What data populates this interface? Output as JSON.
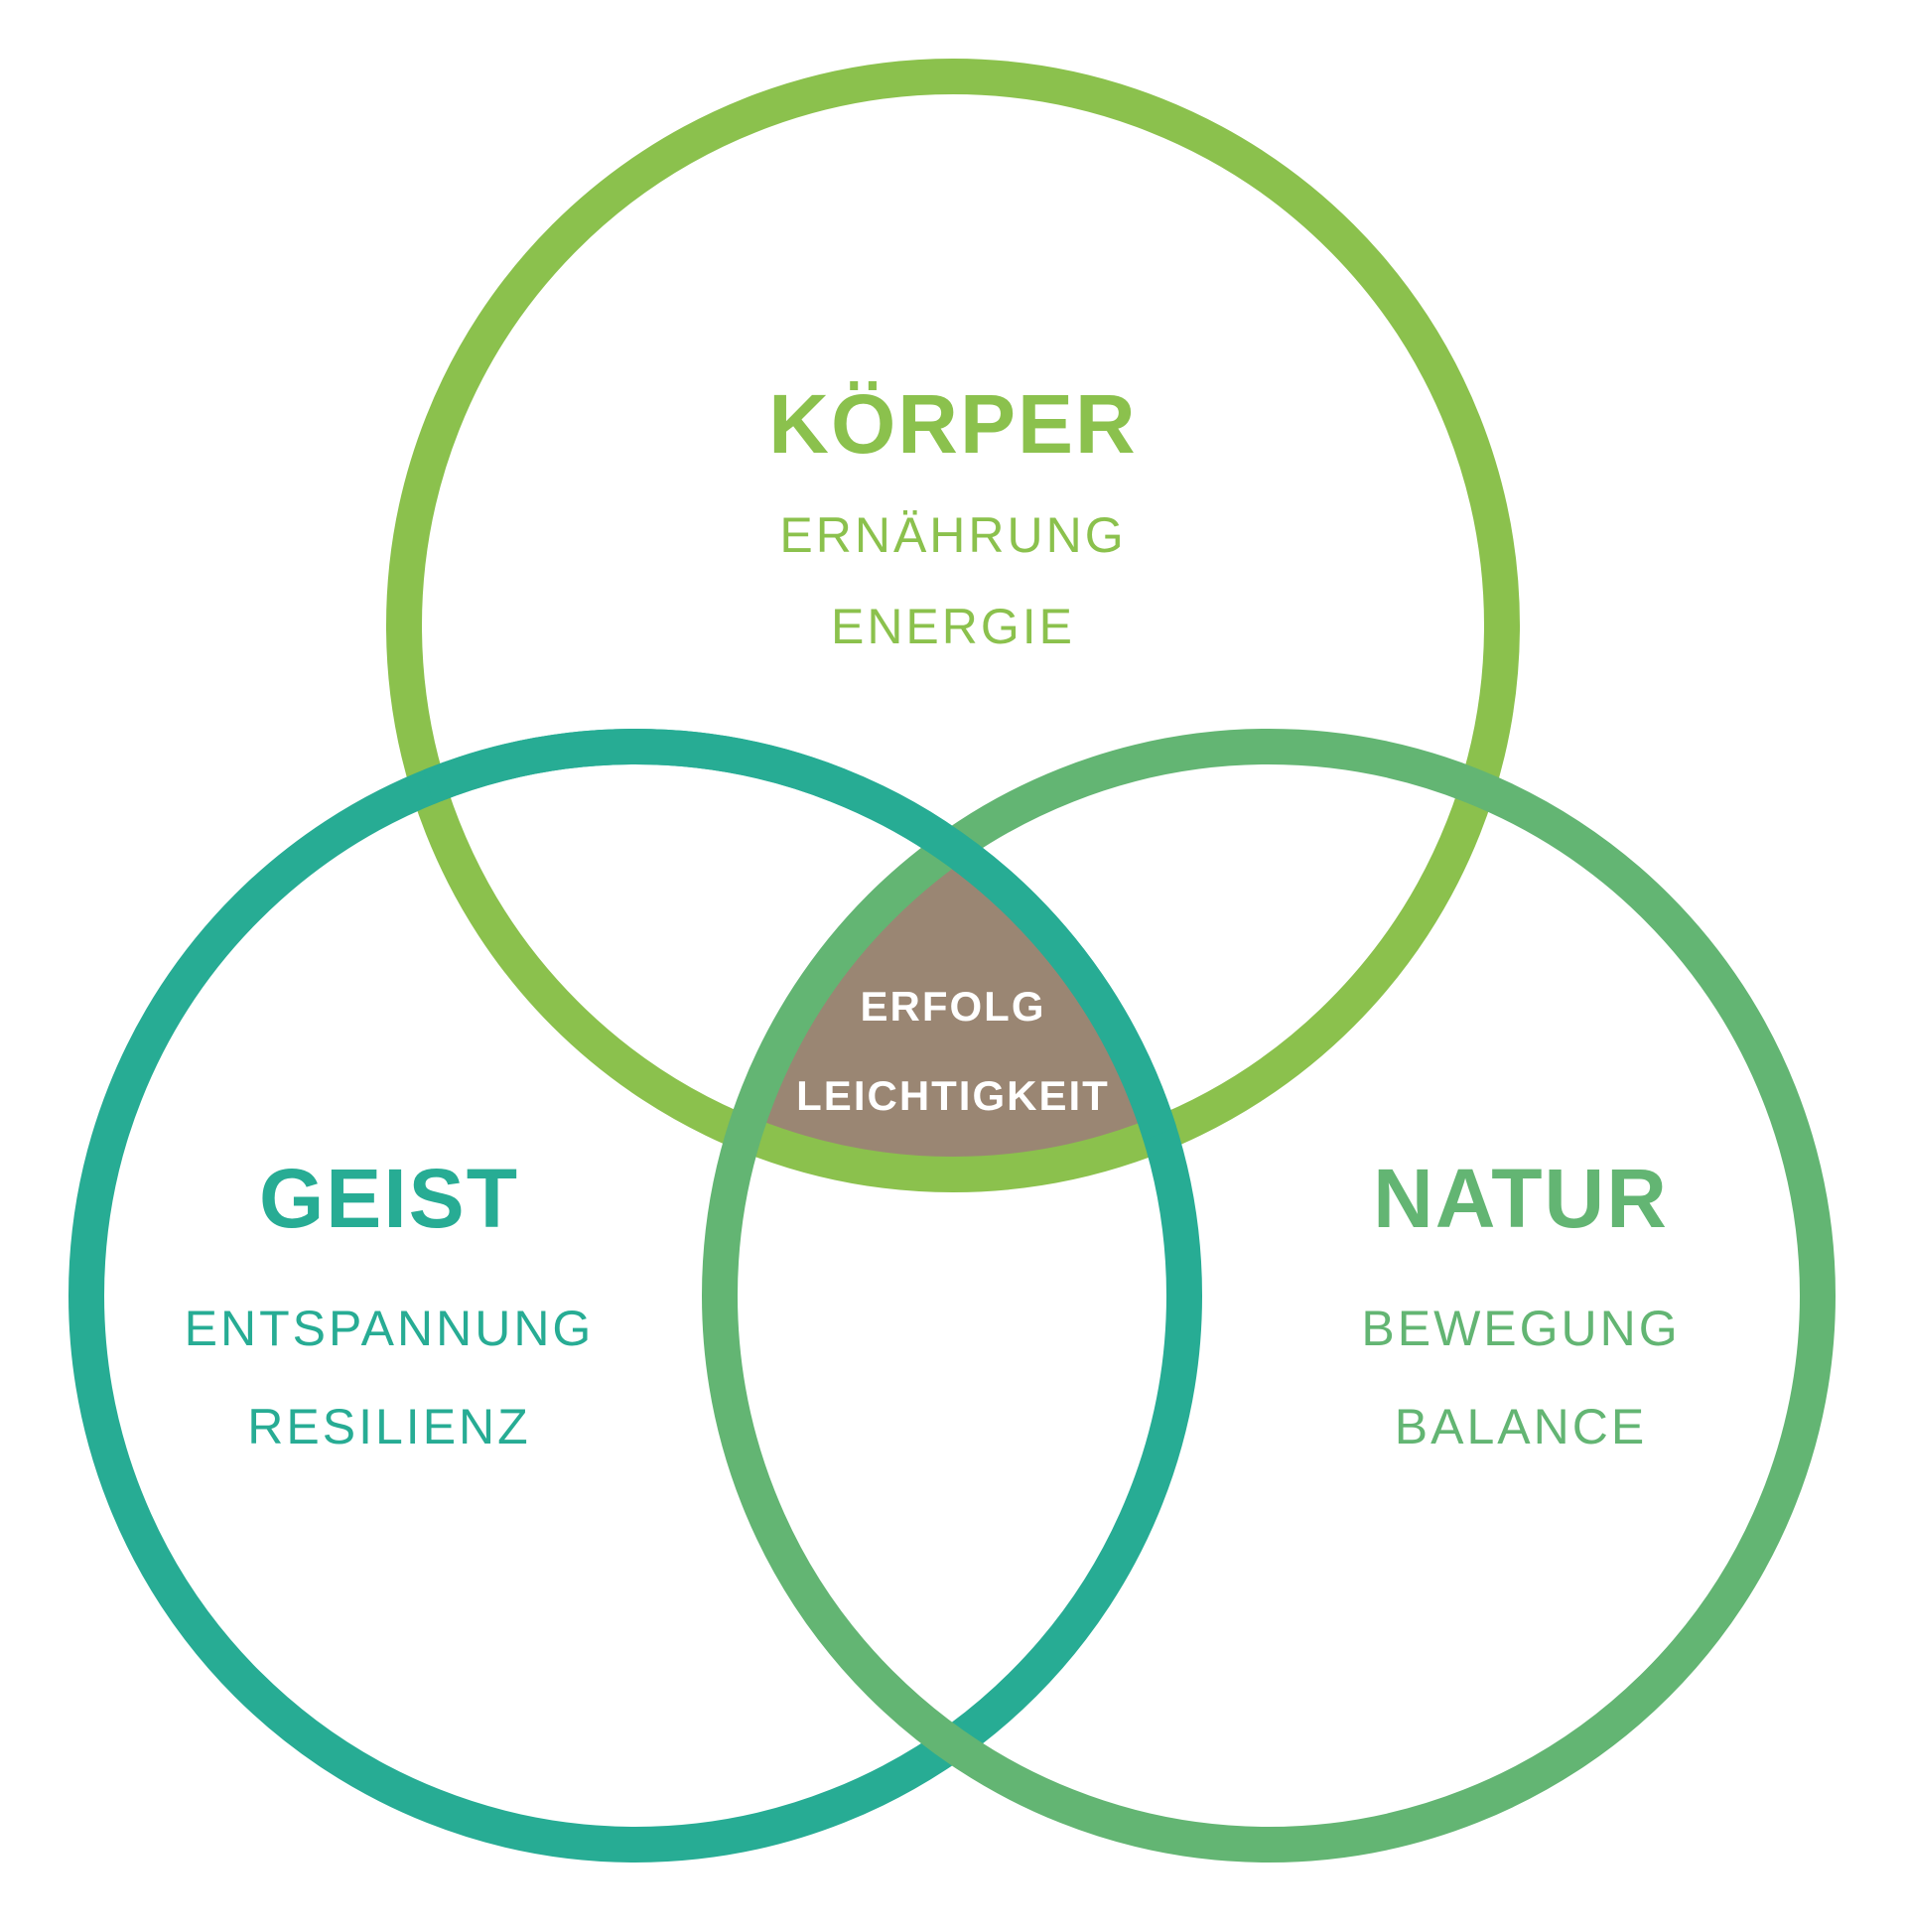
{
  "diagram": {
    "type": "venn",
    "circles": [
      {
        "id": "koerper",
        "title": "KÖRPER",
        "items": [
          "ERNÄHRUNG",
          "ENERGIE"
        ],
        "color": "#8BC14D"
      },
      {
        "id": "geist",
        "title": "GEIST",
        "items": [
          "ENTSPANNUNG",
          "RESILIENZ"
        ],
        "color": "#27AC94"
      },
      {
        "id": "natur",
        "title": "NATUR",
        "items": [
          "BEWEGUNG",
          "BALANCE"
        ],
        "color": "#63B573"
      }
    ],
    "intersection": {
      "items": [
        "ERFOLG",
        "LEICHTIGKEIT"
      ],
      "color": "#9A8673"
    }
  }
}
